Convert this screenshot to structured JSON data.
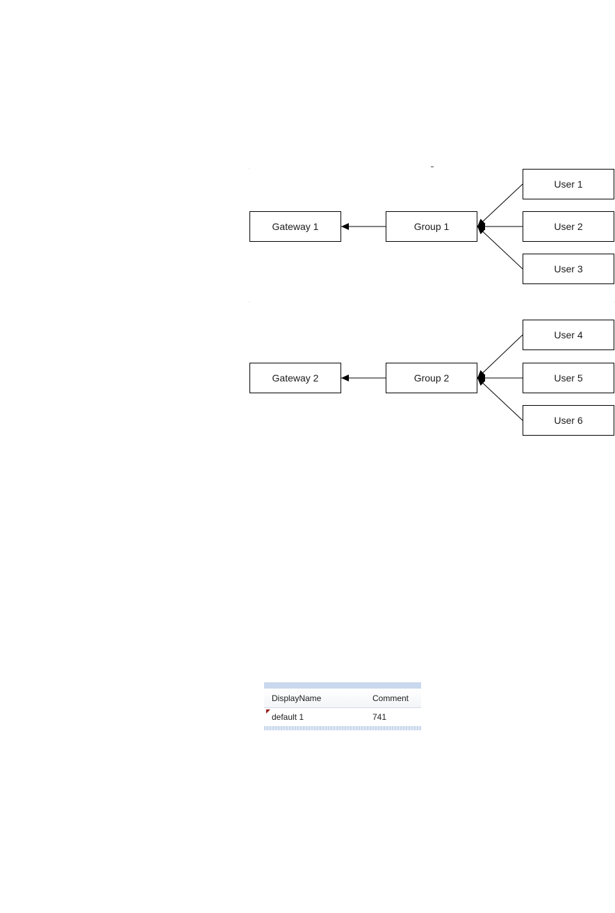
{
  "diagram": {
    "groups": [
      {
        "gateway": "Gateway  1",
        "group": "Group  1",
        "users": [
          "User 1",
          "User 2",
          "User 3"
        ]
      },
      {
        "gateway": "Gateway  2",
        "group": "Group  2",
        "users": [
          "User 4",
          "User 5",
          "User 6"
        ]
      }
    ]
  },
  "grid": {
    "columns": [
      "DisplayName",
      "Comment"
    ],
    "rows": [
      [
        "default 1",
        "741"
      ]
    ]
  }
}
